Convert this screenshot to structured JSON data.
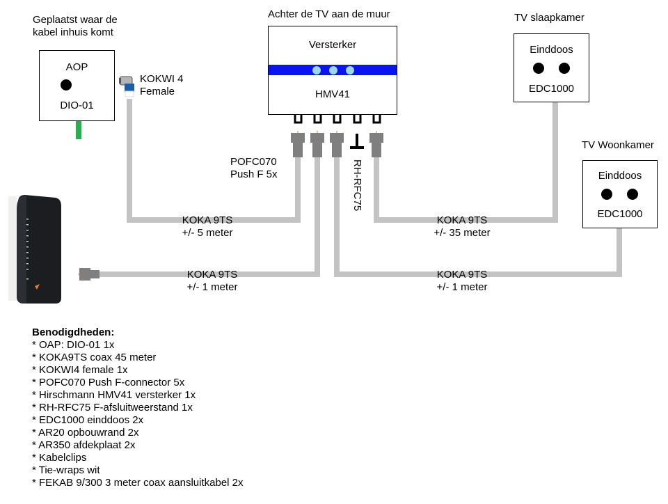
{
  "aop": {
    "caption": [
      "Geplaatst waar de",
      "kabel inhuis komt"
    ],
    "title": "AOP",
    "model": "DIO-01",
    "wire_color": "#22b14c"
  },
  "kokwi": {
    "label": [
      "KOKWI 4",
      "Female"
    ]
  },
  "amplifier": {
    "caption": "Achter de TV aan de muur",
    "title": "Versterker",
    "model": "HMV41",
    "band_color": "#0a14f0",
    "light_color": "#9ad8ec",
    "port_count": 5
  },
  "pofc": {
    "label": [
      "POFC070",
      "Push F 5x"
    ]
  },
  "terminator": {
    "label": "RH-RFC75"
  },
  "bedroom": {
    "caption": "TV slaapkamer",
    "title": "Einddoos",
    "model": "EDC1000"
  },
  "livingroom": {
    "caption": "TV Woonkamer",
    "title": "Einddoos",
    "model": "EDC1000"
  },
  "cables": [
    {
      "type": "KOKA 9TS",
      "length": "+/- 5 meter"
    },
    {
      "type": "KOKA 9TS",
      "length": "+/- 1 meter"
    },
    {
      "type": "KOKA 9TS",
      "length": "+/- 35 meter"
    },
    {
      "type": "KOKA 9TS",
      "length": "+/- 1 meter"
    }
  ],
  "cable_color": "#c3c3c3",
  "connector_color": "#7f7f7f",
  "supplies": {
    "heading": "Benodigdheden:",
    "items": [
      "* OAP: DIO-01 1x",
      "* KOKA9TS coax 45 meter",
      "* KOKWI4 female 1x",
      "* POFC070 Push F-connector 5x",
      "* Hirschmann HMV41 versterker 1x",
      "* RH-RFC75 F-afsluitweerstand 1x",
      "* EDC1000 einddoos 2x",
      "* AR20 opbouwrand 2x",
      "* AR350 afdekplaat 2x",
      "* Kabelclips",
      "* Tie-wraps wit",
      "* FEKAB 9/300 3 meter coax aansluitkabel 2x"
    ]
  }
}
